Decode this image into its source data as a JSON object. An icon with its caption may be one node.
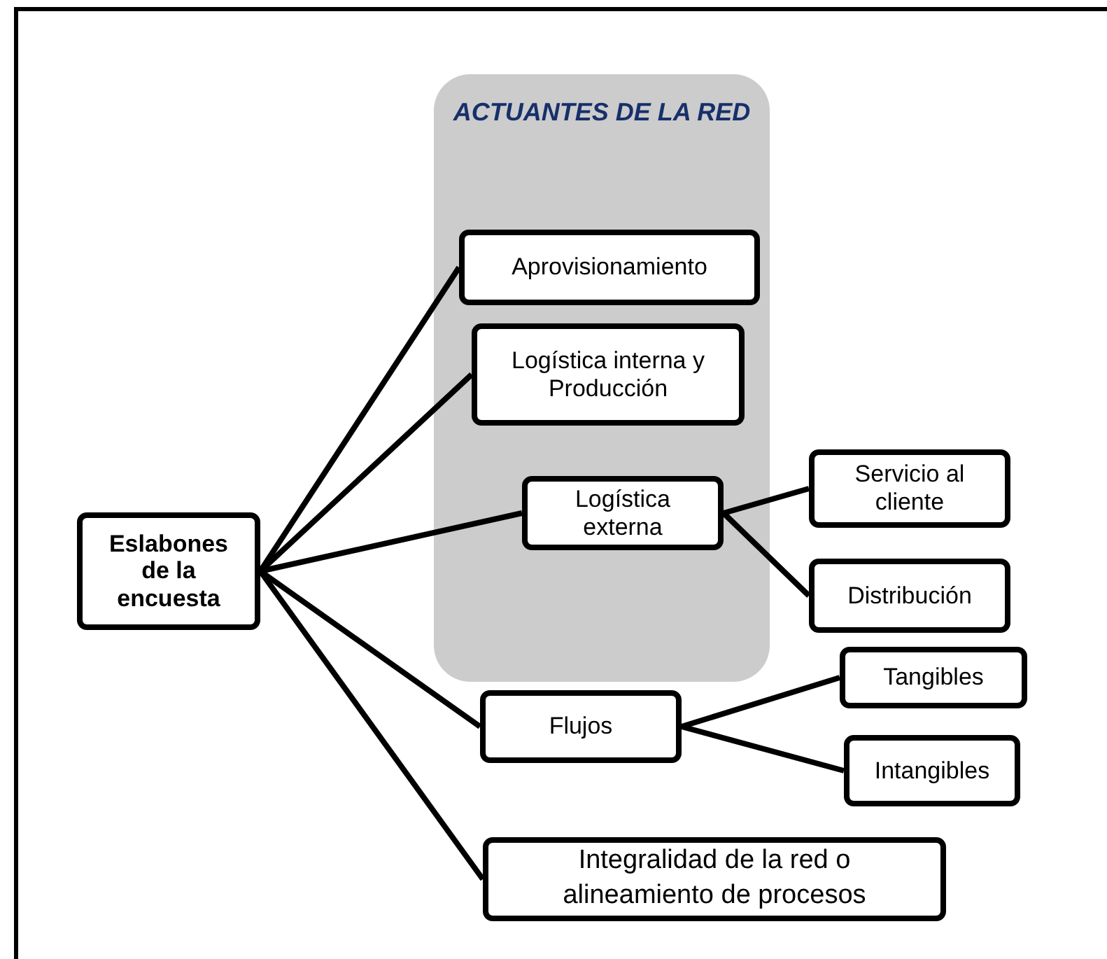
{
  "diagram": {
    "nodes": [
      {
        "text": [
          "ACTUANTES DE LA RED"
        ]
      },
      {
        "text": [
          "Eslabones de la encuesta"
        ]
      },
      {
        "text": [
          "Aprovisionamiento"
        ],
        "in": 0
      },
      {
        "text": [
          "Logística interna y Producción"
        ],
        "in": 0
      },
      {
        "text": [
          "Logística externa"
        ],
        "in": 0
      },
      {
        "text": [
          "Servicio al cliente"
        ]
      },
      {
        "text": [
          "Distribución"
        ]
      },
      {
        "text": [
          "Flujos"
        ]
      },
      {
        "text": [
          "Tangibles"
        ]
      },
      {
        "text": [
          "Intangibles"
        ]
      },
      {
        "text": [
          "Integralidad de la red o alineamiento de procesos"
        ]
      }
    ],
    "edges": [
      {
        "from": 1,
        "to": 2,
        "arrow": "none"
      },
      {
        "from": 1,
        "to": 3,
        "arrow": "none"
      },
      {
        "from": 1,
        "to": 4,
        "arrow": "none"
      },
      {
        "from": 4,
        "to": 5,
        "arrow": "none"
      },
      {
        "from": 4,
        "to": 6,
        "arrow": "none"
      },
      {
        "from": 1,
        "to": 7,
        "arrow": "none"
      },
      {
        "from": 7,
        "to": 8,
        "arrow": "none"
      },
      {
        "from": 7,
        "to": 9,
        "arrow": "none"
      },
      {
        "from": 1,
        "to": 10,
        "arrow": "none"
      }
    ]
  }
}
